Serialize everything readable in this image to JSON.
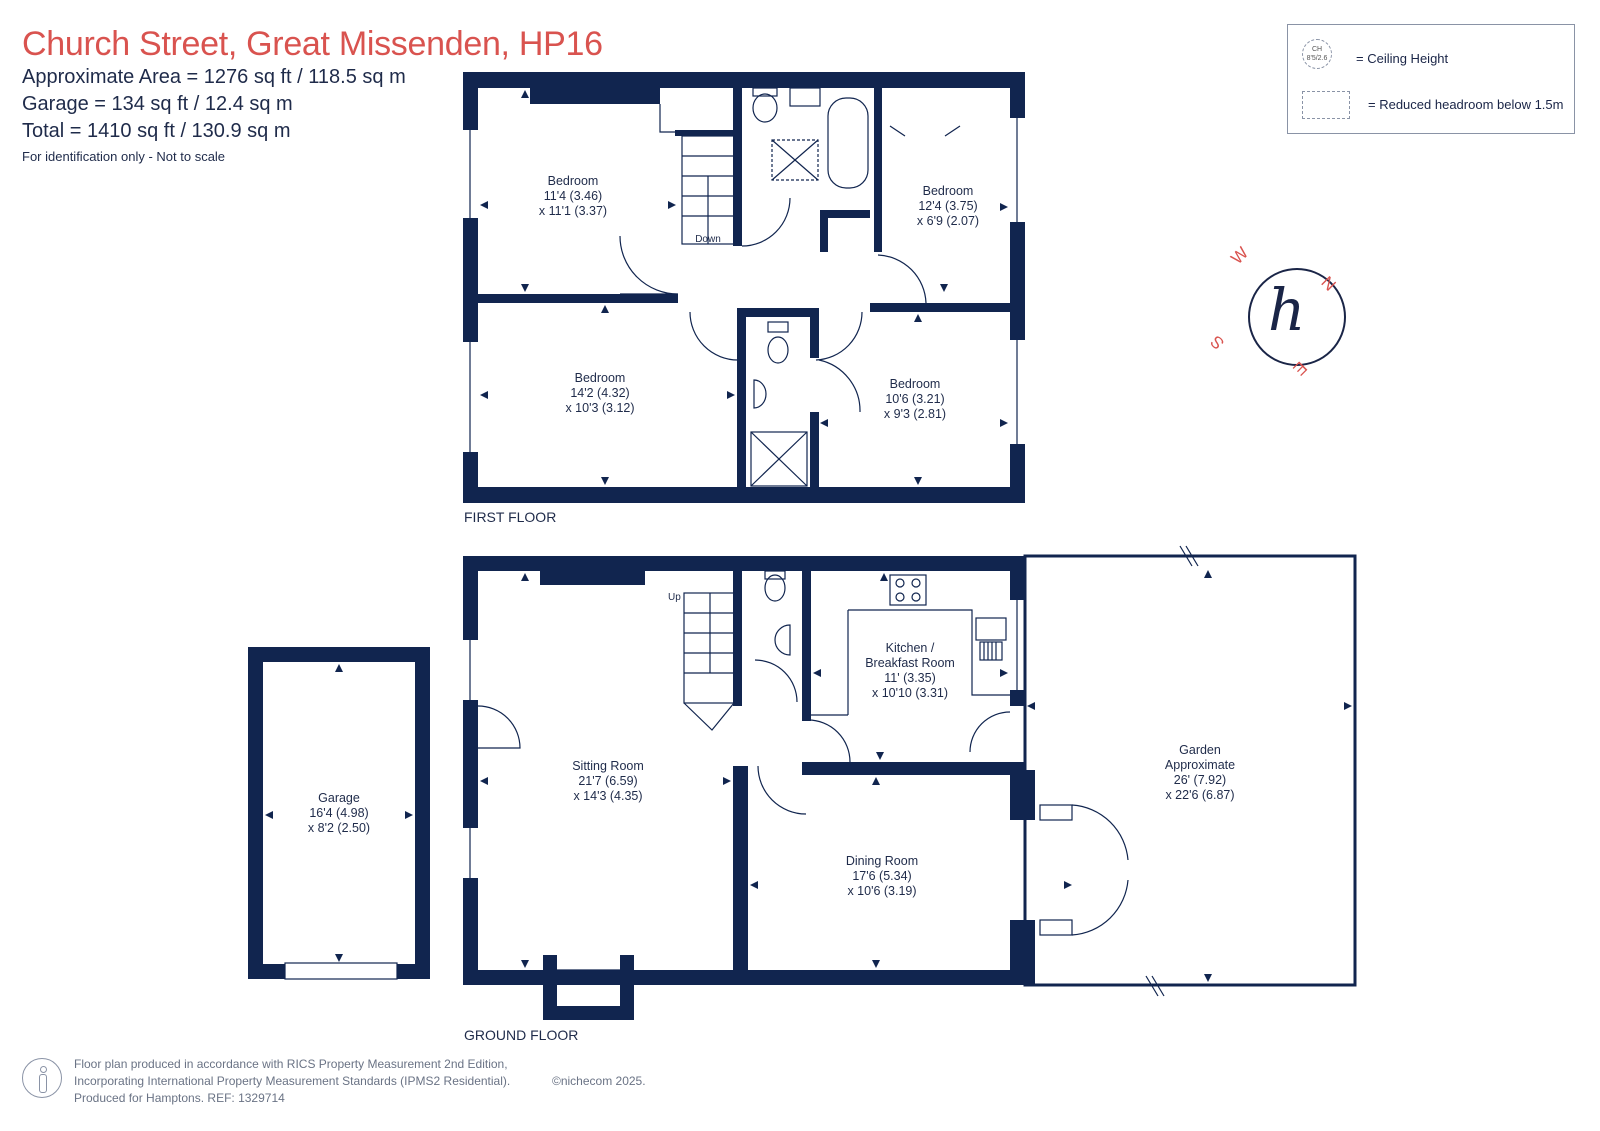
{
  "header": {
    "title": "Church Street, Great Missenden, HP16",
    "approx_area": "Approximate Area = 1276 sq ft / 118.5 sq m",
    "garage_area": "Garage = 134 sq ft / 12.4 sq m",
    "total_area": "Total = 1410 sq ft / 130.9 sq m",
    "note": "For identification only - Not to scale"
  },
  "legend": {
    "ch_symbol_top": "CH",
    "ch_symbol_bottom": "8'5/2.6",
    "ceiling_height": "= Ceiling Height",
    "reduced_headroom": "= Reduced headroom below 1.5m"
  },
  "compass": {
    "w": "W",
    "n": "N",
    "s": "S",
    "e": "E",
    "logo": "h"
  },
  "first_floor": {
    "label": "FIRST FLOOR",
    "stairs_label": "Down",
    "rooms": [
      {
        "name": "Bedroom",
        "dim1": "11'4 (3.46)",
        "dim2": "x 11'1 (3.37)"
      },
      {
        "name": "Bedroom",
        "dim1": "12'4 (3.75)",
        "dim2": "x 6'9 (2.07)"
      },
      {
        "name": "Bedroom",
        "dim1": "14'2 (4.32)",
        "dim2": "x 10'3 (3.12)"
      },
      {
        "name": "Bedroom",
        "dim1": "10'6 (3.21)",
        "dim2": "x 9'3 (2.81)"
      }
    ]
  },
  "ground_floor": {
    "label": "GROUND FLOOR",
    "stairs_label": "Up",
    "rooms": [
      {
        "name": "Garage",
        "dim1": "16'4 (4.98)",
        "dim2": "x 8'2 (2.50)"
      },
      {
        "name": "Sitting Room",
        "dim1": "21'7 (6.59)",
        "dim2": "x 14'3 (4.35)"
      },
      {
        "name": "Kitchen /",
        "name2": "Breakfast Room",
        "dim1": "11' (3.35)",
        "dim2": "x 10'10 (3.31)"
      },
      {
        "name": "Dining Room",
        "dim1": "17'6 (5.34)",
        "dim2": "x 10'6 (3.19)"
      },
      {
        "name": "Garden",
        "name2": "Approximate",
        "dim1": "26' (7.92)",
        "dim2": "x 22'6 (6.87)"
      }
    ]
  },
  "footer": {
    "line1": "Floor plan produced in accordance with RICS Property Measurement 2nd Edition,",
    "line2": "Incorporating International Property Measurement Standards (IPMS2 Residential).",
    "line3": "Produced for Hamptons.   REF:  1329714",
    "copyright": "©nichecom 2025."
  }
}
